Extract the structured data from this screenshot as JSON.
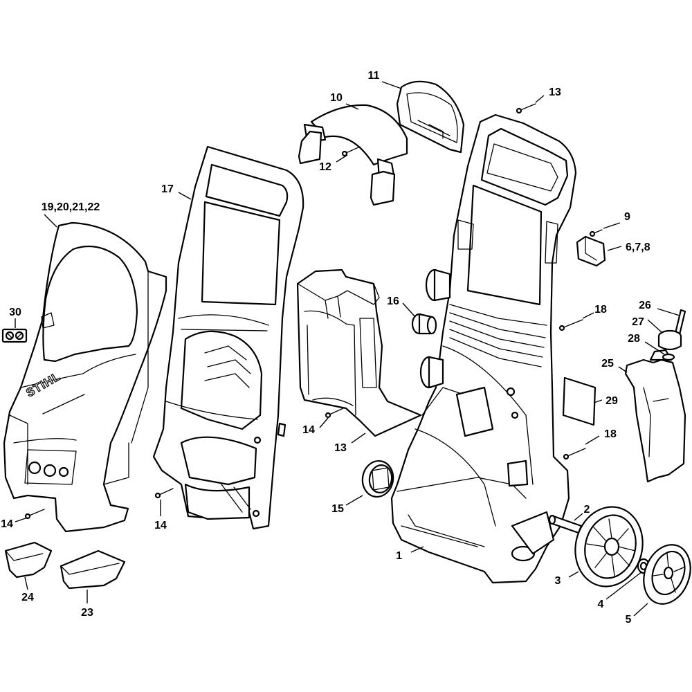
{
  "brand_logo_text": "STIHL",
  "callouts": [
    {
      "id": "c1",
      "text": "1"
    },
    {
      "id": "c2",
      "text": "2"
    },
    {
      "id": "c3",
      "text": "3"
    },
    {
      "id": "c4",
      "text": "4"
    },
    {
      "id": "c5",
      "text": "5"
    },
    {
      "id": "c678",
      "text": "6,7,8"
    },
    {
      "id": "c9",
      "text": "9"
    },
    {
      "id": "c10",
      "text": "10"
    },
    {
      "id": "c11",
      "text": "11"
    },
    {
      "id": "c12",
      "text": "12"
    },
    {
      "id": "c13a",
      "text": "13"
    },
    {
      "id": "c13b",
      "text": "13"
    },
    {
      "id": "c14a",
      "text": "14"
    },
    {
      "id": "c14b",
      "text": "14"
    },
    {
      "id": "c14c",
      "text": "14"
    },
    {
      "id": "c15",
      "text": "15"
    },
    {
      "id": "c16",
      "text": "16"
    },
    {
      "id": "c17",
      "text": "17"
    },
    {
      "id": "c18a",
      "text": "18"
    },
    {
      "id": "c18b",
      "text": "18"
    },
    {
      "id": "c19",
      "text": "19,20,21,22"
    },
    {
      "id": "c23",
      "text": "23"
    },
    {
      "id": "c24",
      "text": "24"
    },
    {
      "id": "c25",
      "text": "25"
    },
    {
      "id": "c26",
      "text": "26"
    },
    {
      "id": "c27",
      "text": "27"
    },
    {
      "id": "c28",
      "text": "28"
    },
    {
      "id": "c29",
      "text": "29"
    },
    {
      "id": "c30",
      "text": "30"
    }
  ]
}
